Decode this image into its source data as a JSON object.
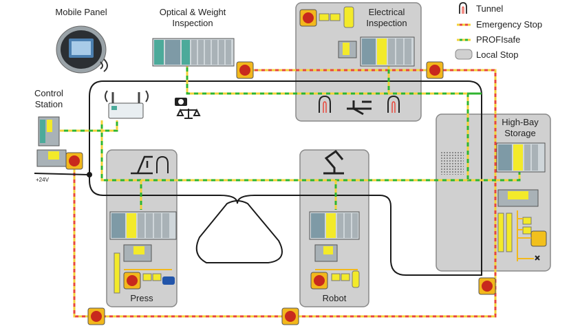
{
  "title": "",
  "legend": {
    "tunnel": "Tunnel",
    "emergency_stop": "Emergency Stop",
    "profisafe": "PROFIsafe",
    "local_stop": "Local Stop"
  },
  "stations": {
    "mobile_panel": "Mobile Panel",
    "optical_weight_line1": "Optical & Weight",
    "optical_weight_line2": "Inspection",
    "electrical_line1": "Electrical",
    "electrical_line2": "Inspection",
    "control_line1": "Control",
    "control_line2": "Station",
    "highbay_line1": "High-Bay",
    "highbay_line2": "Storage",
    "press": "Press",
    "robot": "Robot",
    "voltage": "+24V"
  },
  "colors": {
    "emergency_stop": "#e8473b",
    "emergency_stop_alt": "#f2d23a",
    "profisafe": "#2fb52f",
    "profisafe_alt": "#f2d23a",
    "local_stop_fill": "#d0d0d0",
    "conveyor": "#1a1a1a",
    "module_green": "#4caa9a",
    "module_yellow": "#f3ea2a",
    "module_gray": "#a9b2b7",
    "estop_yellow": "#f2b81c",
    "estop_red": "#c8291d"
  },
  "icons": {
    "tunnel": "tunnel-icon",
    "camera": "camera-icon",
    "scale": "scale-icon",
    "robot_arm": "robot-arm-icon",
    "press": "press-icon",
    "conveyor_junction": "junction-icon",
    "wifi_router": "wireless-router-icon",
    "hmi_tablet": "mobile-panel-icon",
    "speaker_grille": "grille-icon"
  }
}
